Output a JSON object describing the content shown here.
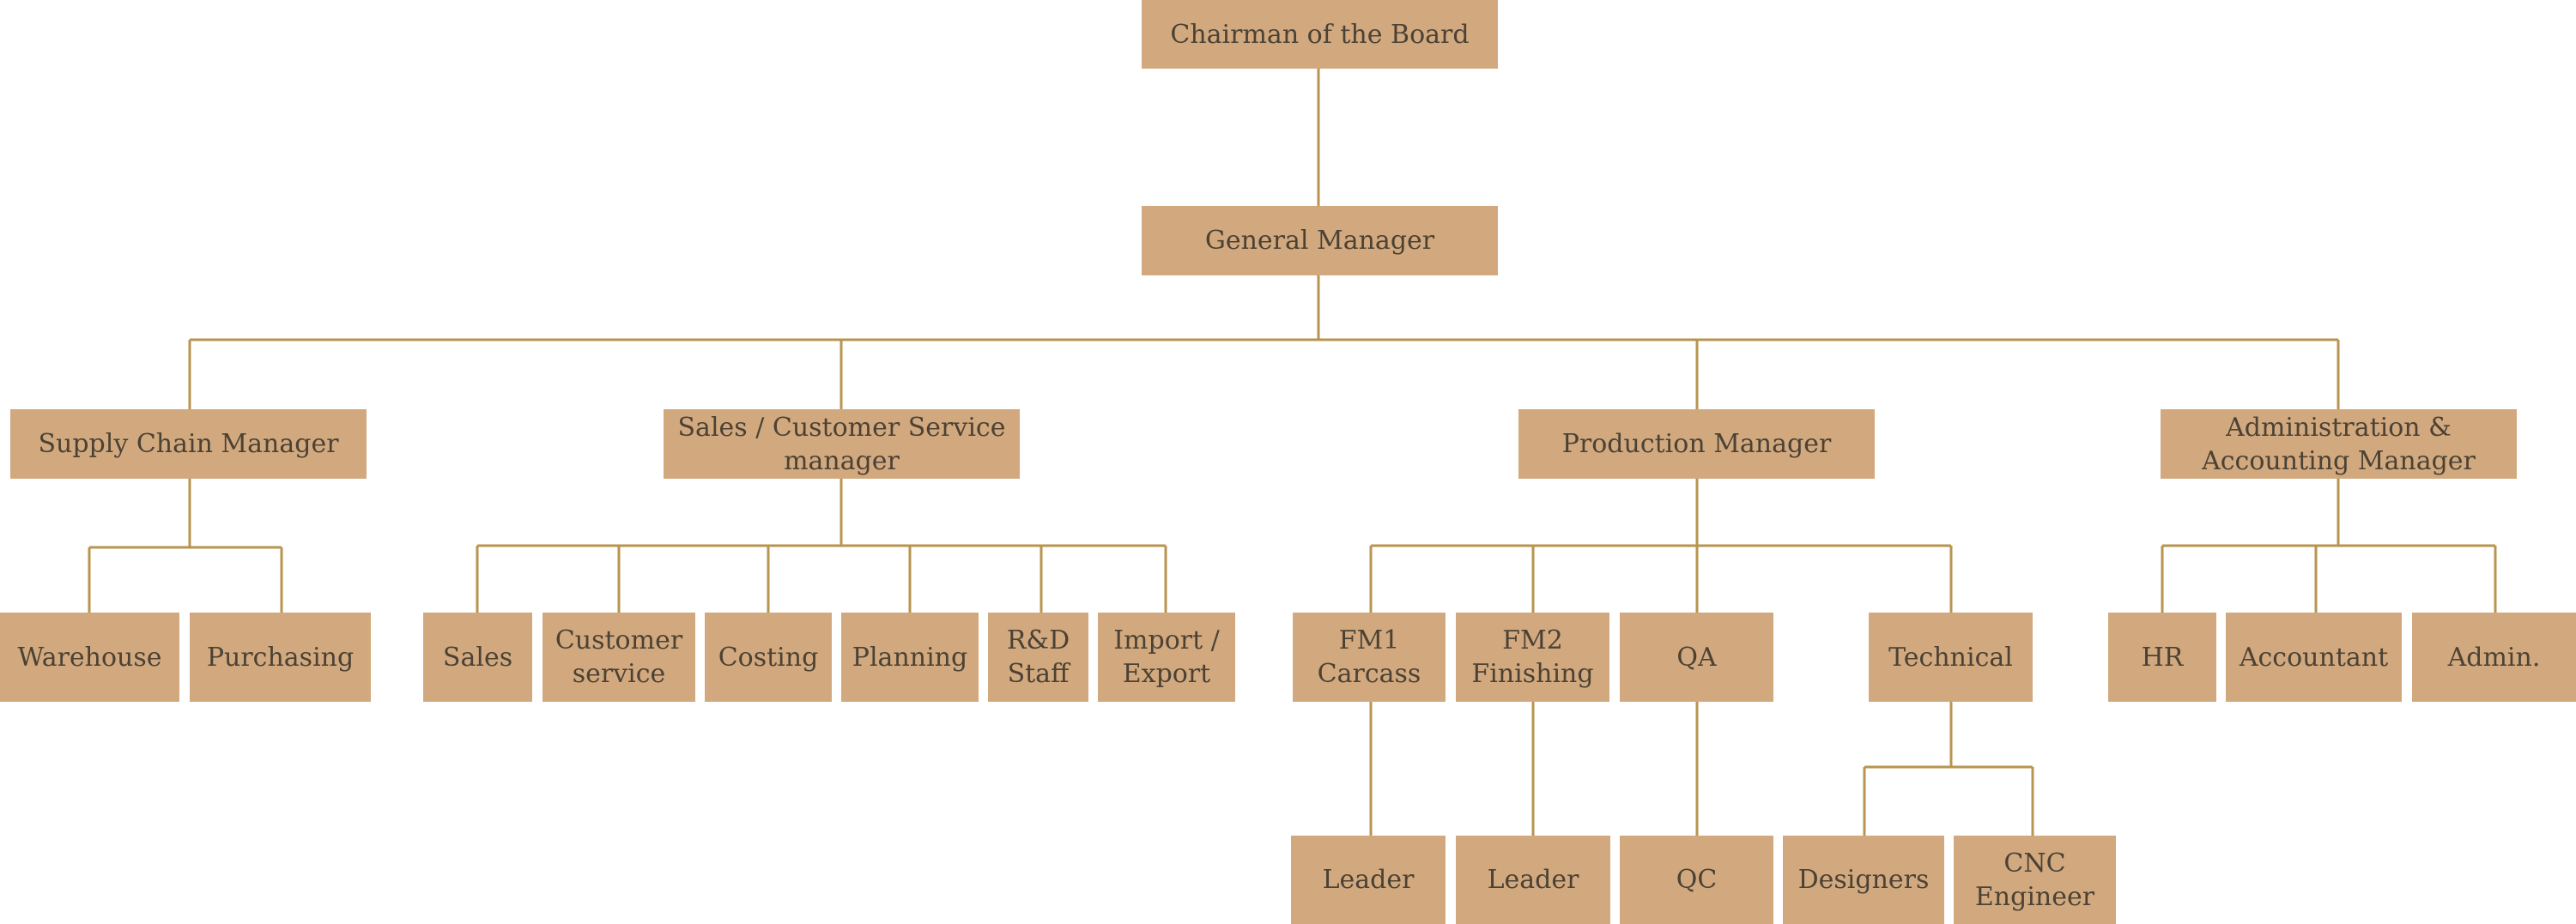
{
  "nodes": {
    "chairman": "Chairman of the Board",
    "general_manager": "General Manager",
    "supply_chain": "Supply Chain Manager",
    "sales_cs": "Sales / Customer Service\nmanager",
    "production": "Production Manager",
    "admin_acct": "Administration &\nAccounting Manager",
    "warehouse": "Warehouse",
    "purchasing": "Purchasing",
    "sales": "Sales",
    "customer_service": "Customer\nservice",
    "costing": "Costing",
    "planning": "Planning",
    "rnd": "R&D\nStaff",
    "import_export": "Import /\nExport",
    "fm1": "FM1\nCarcass",
    "fm2": "FM2\nFinishing",
    "qa": "QA",
    "technical": "Technical",
    "hr": "HR",
    "accountant": "Accountant",
    "admin": "Admin.",
    "leader1": "Leader",
    "leader2": "Leader",
    "qc": "QC",
    "designers": "Designers",
    "cnc": "CNC\nEngineer"
  }
}
